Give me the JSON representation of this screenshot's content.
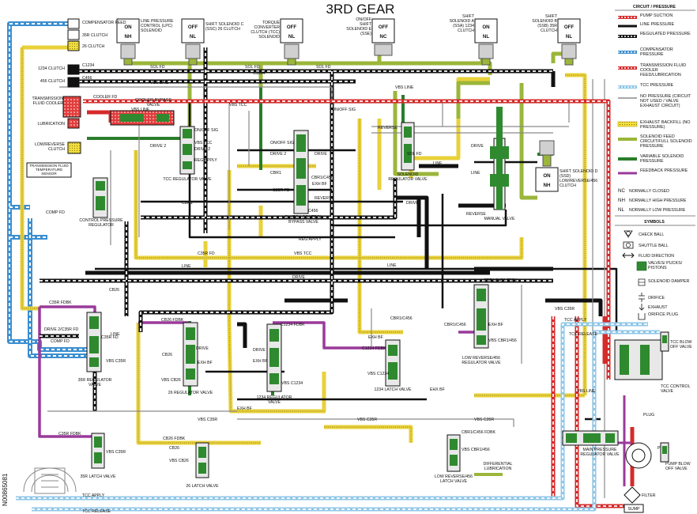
{
  "title": "3RD GEAR",
  "side_code": "N00865081",
  "colors": {
    "pump_suction": "#d52b2b",
    "line": "#111111",
    "regulated": "#111111",
    "compensator": "#3c8fd0",
    "cooler": "#d52b2b",
    "tcc": "#8fc7e8",
    "no_pressure": "#9a9a9a",
    "exhaust": "#e8d13a",
    "solenoid_feed": "#9bb63a",
    "variable_solenoid": "#2a7d2a",
    "feedback": "#9a3a9a",
    "valve": "#2f8a2f"
  },
  "solenoids": [
    {
      "state": "ON",
      "type": "NH",
      "label": "LINE PRESSURE CONTROL (LPC) SOLENOID"
    },
    {
      "state": "OFF",
      "type": "NL",
      "label": "SHIFT SOLENOID C (SSC) 26 CLUTCH"
    },
    {
      "state": "OFF",
      "type": "NL",
      "label": "TORQUE CONVERTER CLUTCH (TCC) SOLENOID"
    },
    {
      "state": "OFF",
      "type": "NC",
      "label": "ON/OFF SHIFT SOLENOID E (SSE)"
    },
    {
      "state": "ON",
      "type": "NL",
      "label": "SHIFT SOLENOID A (SSA) 1234 CLUTCH"
    },
    {
      "state": "OFF",
      "type": "NL",
      "label": "SHIFT SOLENOID B (SSB) 35R CLUTCH"
    },
    {
      "state": "ON",
      "type": "NH",
      "label": "SHIFT SOLENOID D (SSD) LOW/REVERSE/456 CLUTCH"
    }
  ],
  "left_components": [
    {
      "label": "COMPENSATOR FEED"
    },
    {
      "label": "35R CLUTCH"
    },
    {
      "label": "26 CLUTCH"
    },
    {
      "label": "1234 CLUTCH"
    },
    {
      "label": "456 CLUTCH"
    },
    {
      "label": "TRANSMISSION FLUID COOLER"
    },
    {
      "label": "LUBRICATION"
    },
    {
      "label": "LOW/REVERSE CLUTCH"
    },
    {
      "label": "TRANSMISSION FLUID TEMPERATURE SENSOR"
    }
  ],
  "valves": [
    {
      "label": "COOLER BYPASS VALVE"
    },
    {
      "label": "TCC REGULATOR VALVE"
    },
    {
      "label": "CONTROL PRESSURE REGULATOR"
    },
    {
      "label": "CLUTCH CONTROL BYPASS VALVE"
    },
    {
      "label": "SOLENOID REGULATOR VALVE"
    },
    {
      "label": "MANUAL VALVE"
    },
    {
      "label": "LOW REVERSE/456 REGULATOR VALVE"
    },
    {
      "label": "35R REGULATOR VALVE"
    },
    {
      "label": "26 REGULATOR VALVE"
    },
    {
      "label": "1234 REGULATOR VALVE"
    },
    {
      "label": "1234 LATCH VALVE"
    },
    {
      "label": "35R LATCH VALVE"
    },
    {
      "label": "26 LATCH VALVE"
    },
    {
      "label": "LOW REVERSE/456 LATCH VALVE"
    },
    {
      "label": "DIFFERENTIAL LUBRICATION"
    },
    {
      "label": "MAIN PRESSURE REGULATOR VALVE"
    },
    {
      "label": "PUMP"
    },
    {
      "label": "PUMP BLOW OFF VALVE"
    },
    {
      "label": "TCC CONTROL VALVE"
    },
    {
      "label": "TCC BLOW OFF VALVE"
    },
    {
      "label": "FILTER"
    },
    {
      "label": "SUMP"
    }
  ],
  "line_labels": [
    "SOL FD",
    "C1234",
    "C456",
    "COOLER FD",
    "ON/OFF SIG",
    "VBS TCC",
    "DRIVE 2",
    "REG APPLY",
    "CBR1",
    "C35R FD",
    "COMP FD",
    "REVERSE",
    "LINE",
    "DRIVE",
    "CB26",
    "C35R FDBK",
    "DRIVE 2/C35R FD",
    "VBS C35R",
    "CB26 FDBK",
    "EXH BF",
    "VBS CB26",
    "C1234 FDBK",
    "VBS C1234",
    "CBR1/C456",
    "CBR1/C456 FDBK",
    "VBS CBR1/456",
    "EHX BF",
    "TCC APPLY",
    "TCC RELEASE",
    "PLUG",
    "VBS LINE",
    "C456 ",
    "CBR1/C456 ",
    "VBS CBR1"
  ],
  "legend": {
    "title": "CIRCUIT / PRESSURE",
    "items": [
      {
        "label": "PUMP SUCTION",
        "style": "pump_suction"
      },
      {
        "label": "LINE PRESSURE",
        "style": "line"
      },
      {
        "label": "REGULATED PRESSURE",
        "style": "regulated"
      },
      {
        "label": "COMPENSATOR PRESSURE",
        "style": "compensator"
      },
      {
        "label": "TRANSMISSION FLUID COOLER FEED/LUBRICATION",
        "style": "cooler"
      },
      {
        "label": "TCC PRESSURE",
        "style": "tcc"
      },
      {
        "label": "NO PRESSURE (CIRCUIT NOT USED / VALVE EXHAUST CIRCUIT)",
        "style": "no_pressure"
      },
      {
        "label": "EXHAUST BACKFILL (NO PRESSURE)",
        "style": "exhaust"
      },
      {
        "label": "SOLENOID FEED CIRCUIT/FULL SOLENOID PRESSURE",
        "style": "solenoid_feed"
      },
      {
        "label": "VARIABLE SOLENOID PRESSURE",
        "style": "variable_solenoid"
      },
      {
        "label": "FEEDBACK PRESSURE",
        "style": "feedback"
      }
    ],
    "abbrev": [
      {
        "code": "NC",
        "text": "NORMALLY CLOSED"
      },
      {
        "code": "NH",
        "text": "NORMALLY HIGH PRESSURE"
      },
      {
        "code": "NL",
        "text": "NORMALLY LOW PRESSURE"
      }
    ],
    "symbols_title": "SYMBOLS",
    "symbols": [
      {
        "label": "CHECK BALL",
        "icon": "check-ball-icon"
      },
      {
        "label": "SHUTTLE BALL",
        "icon": "shuttle-ball-icon"
      },
      {
        "label": "FLUID DIRECTION",
        "icon": "fluid-direction-icon"
      },
      {
        "label": "VALVES/ PUCKS/ PISTONS",
        "icon": "valve-swatch-icon"
      },
      {
        "label": "SOLENOID DAMPER",
        "icon": "solenoid-damper-icon"
      },
      {
        "label": "ORIFICE",
        "icon": "orifice-icon"
      },
      {
        "label": "EXHAUST",
        "icon": "exhaust-icon"
      },
      {
        "label": "ORIFICE PLUG",
        "icon": "orifice-plug-icon"
      }
    ]
  }
}
